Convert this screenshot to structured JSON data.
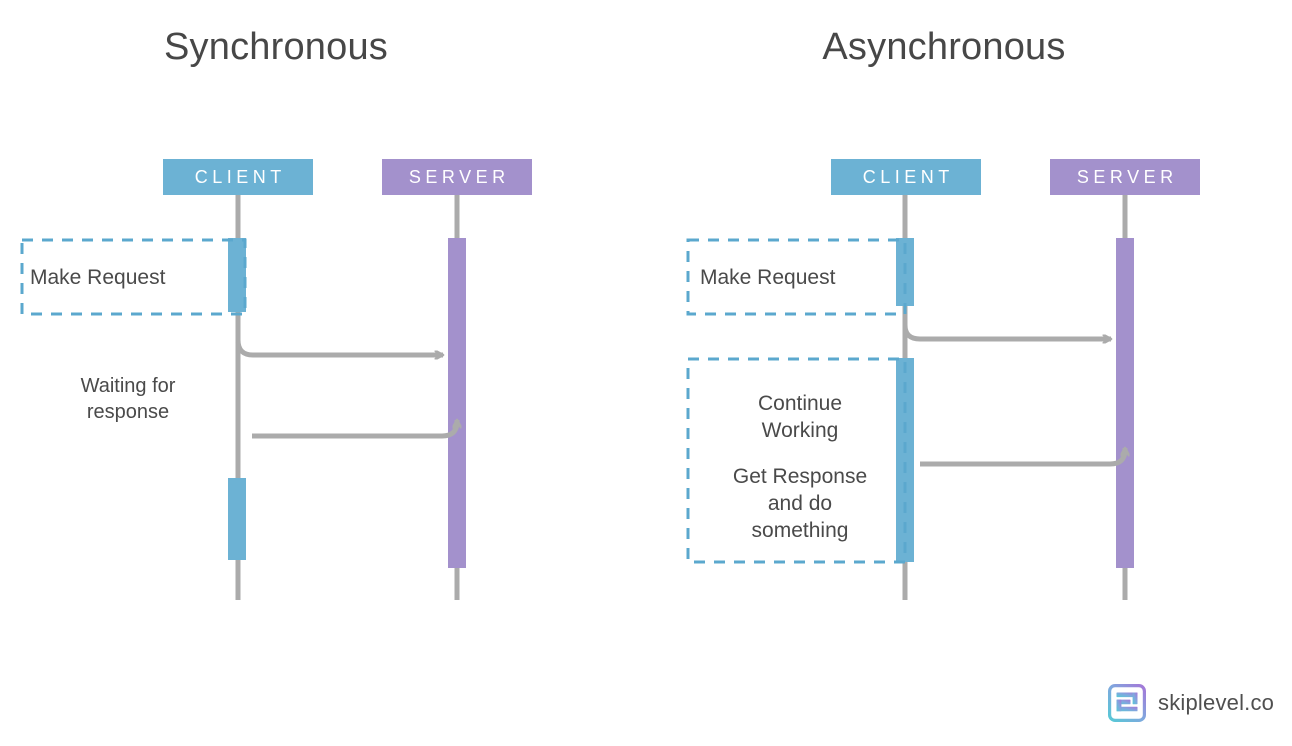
{
  "diagram": {
    "type": "sequence-diagram-comparison",
    "background": "#ffffff",
    "colors": {
      "client": "#6CB2D4",
      "server": "#A391CC",
      "lifeline": "#ABABAB",
      "arrow": "#ABABAB",
      "dashed_border": "#5BA8CE",
      "text": "#4a4a4a",
      "title": "#474747"
    }
  },
  "panels": [
    {
      "id": "sync",
      "title": "Synchronous",
      "actors": [
        {
          "id": "client",
          "label": "CLIENT",
          "color": "#6CB2D4"
        },
        {
          "id": "server",
          "label": "SERVER",
          "color": "#A391CC"
        }
      ],
      "notes": [
        {
          "id": "make-request",
          "text": "Make Request",
          "boxed": true
        },
        {
          "id": "waiting",
          "text": "Waiting for\nresponse",
          "boxed": false
        }
      ],
      "messages": [
        {
          "id": "request",
          "from": "client",
          "to": "server",
          "direction": "right"
        },
        {
          "id": "response",
          "from": "server",
          "to": "client",
          "direction": "left"
        }
      ]
    },
    {
      "id": "async",
      "title": "Asynchronous",
      "actors": [
        {
          "id": "client",
          "label": "CLIENT",
          "color": "#6CB2D4"
        },
        {
          "id": "server",
          "label": "SERVER",
          "color": "#A391CC"
        }
      ],
      "notes": [
        {
          "id": "make-request",
          "text": "Make Request",
          "boxed": true
        },
        {
          "id": "continue-working",
          "text": "Continue\nWorking",
          "boxed": true
        },
        {
          "id": "get-response",
          "text": "Get Response\nand do\nsomething",
          "boxed": true
        }
      ],
      "messages": [
        {
          "id": "request",
          "from": "client",
          "to": "server",
          "direction": "right"
        },
        {
          "id": "response",
          "from": "server",
          "to": "client",
          "direction": "left"
        }
      ]
    }
  ],
  "footer": {
    "logo_icon": "skiplevel-logo-icon",
    "brand": "skiplevel.co"
  }
}
